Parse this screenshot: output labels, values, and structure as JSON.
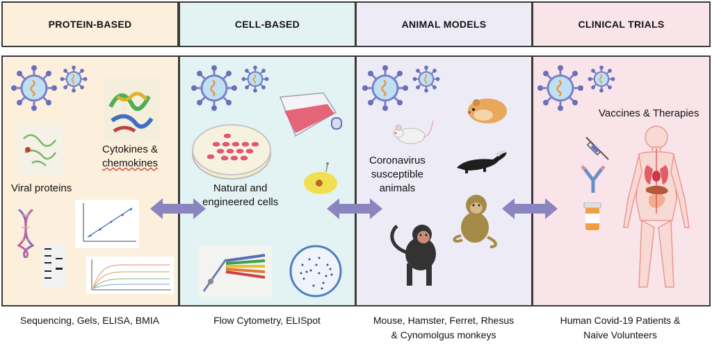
{
  "columns": [
    {
      "header": "PROTEIN-BASED",
      "footer": [
        "Sequencing, Gels, ELISA, BMIA"
      ],
      "color": "#fcefdc"
    },
    {
      "header": "CELL-BASED",
      "footer": [
        "Flow Cytometry, ELISpot"
      ],
      "color": "#e3f3f3"
    },
    {
      "header": "ANIMAL MODELS",
      "footer": [
        "Mouse, Hamster, Ferret, Rhesus",
        "& Cynomolgus monkeys"
      ],
      "color": "#ecebf6"
    },
    {
      "header": "CLINICAL TRIALS",
      "footer": [
        "Human Covid-19 Patients &",
        "Naive Volunteers"
      ],
      "color": "#f9e4ea"
    }
  ],
  "labels": {
    "cytokines": [
      "Cytokines &",
      "chemokines"
    ],
    "viral_proteins": "Viral proteins",
    "cells": [
      "Natural and",
      "engineered cells"
    ],
    "animals": [
      "Coronavirus",
      "susceptible",
      "animals"
    ],
    "vaccines": "Vaccines & Therapies"
  },
  "colors": {
    "virus": "#7a80c8",
    "virus_core": "#bfe0f2",
    "rna": "#e8973a",
    "arrow": "#8a84bf",
    "border": "#3a3a3a"
  },
  "icons": [
    "virus-icon",
    "protein-structure-icon",
    "dna-icon",
    "gel-icon",
    "graph-icon",
    "petri-dish-icon",
    "flask-icon",
    "flow-cytometer-icon",
    "mouse-icon",
    "hamster-icon",
    "ferret-icon",
    "monkey-icon",
    "syringe-icon",
    "antibody-icon",
    "pill-bottle-icon",
    "human-body-icon"
  ]
}
